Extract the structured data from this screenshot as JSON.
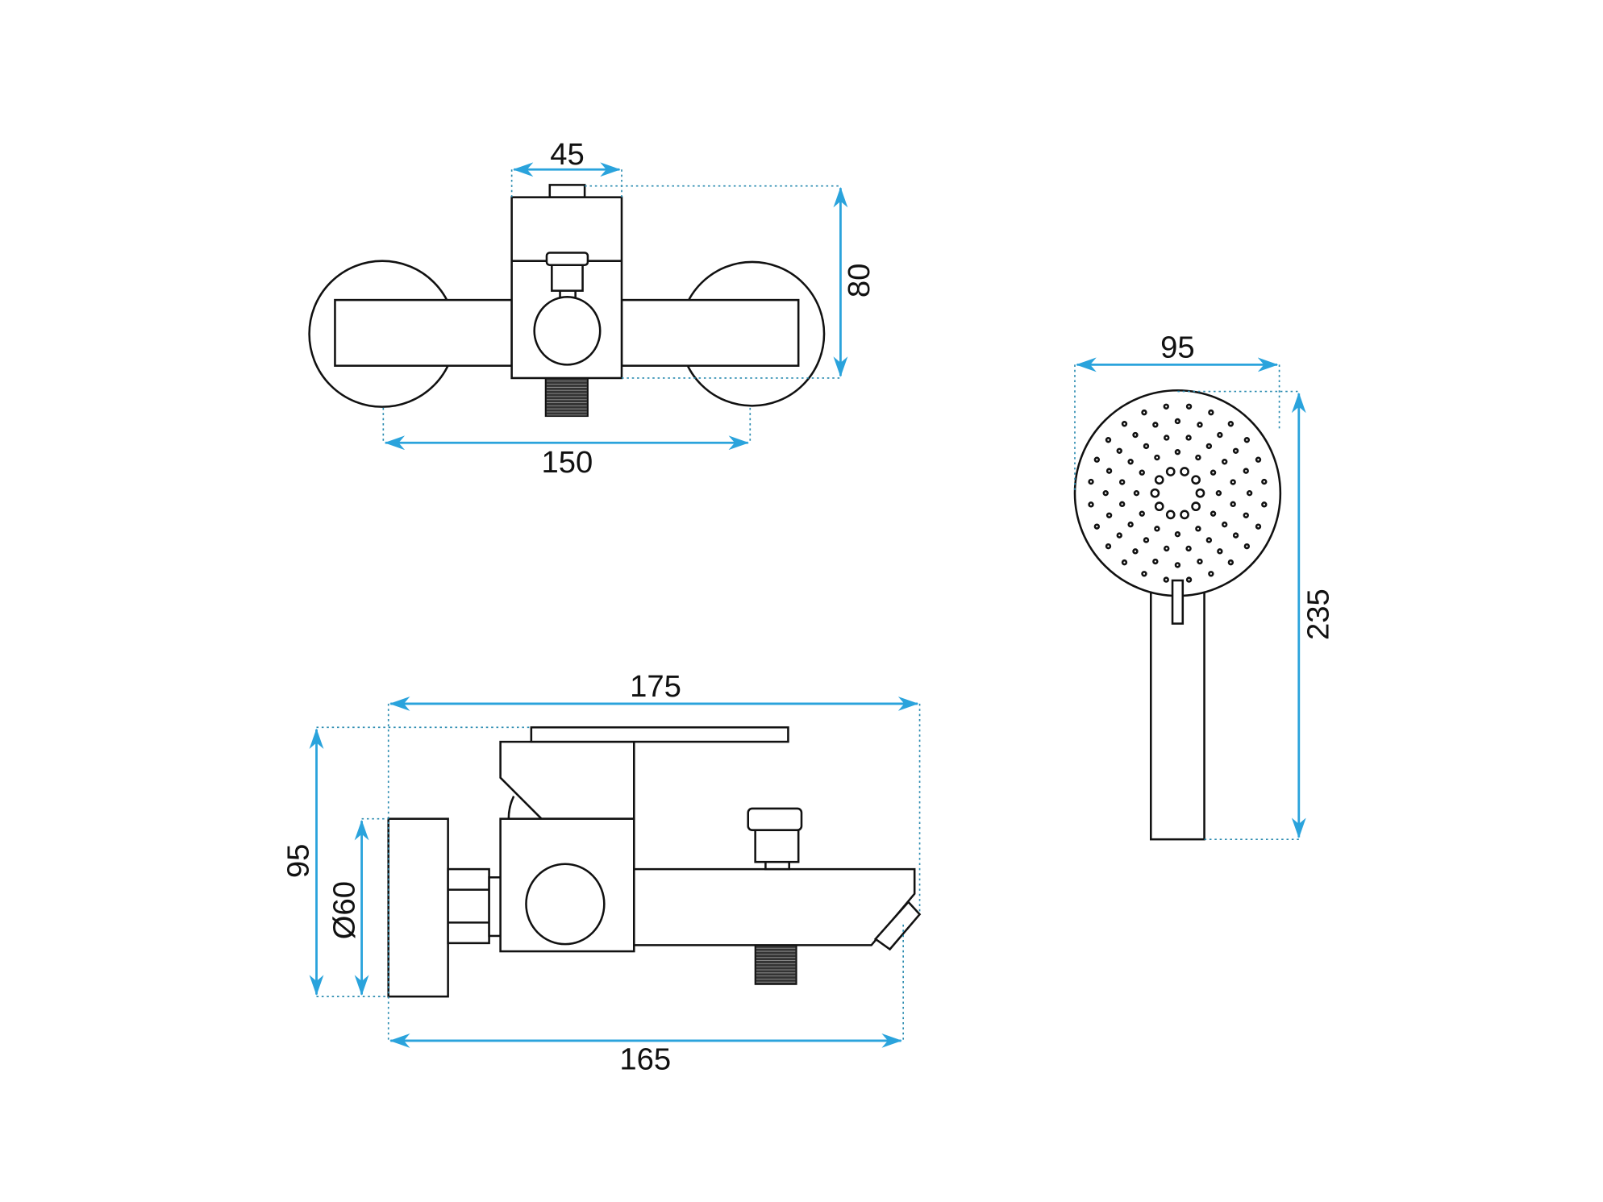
{
  "colors": {
    "dimension": "#2aa3dc",
    "outline": "#111111"
  },
  "top_view": {
    "width_label": "45",
    "height_label": "80",
    "spacing_label": "150"
  },
  "side_view": {
    "total_length_label": "175",
    "height_label": "95",
    "plate_diameter_label": "Ø60",
    "spout_length_label": "165"
  },
  "hand_shower": {
    "head_diameter_label": "95",
    "length_label": "235"
  }
}
